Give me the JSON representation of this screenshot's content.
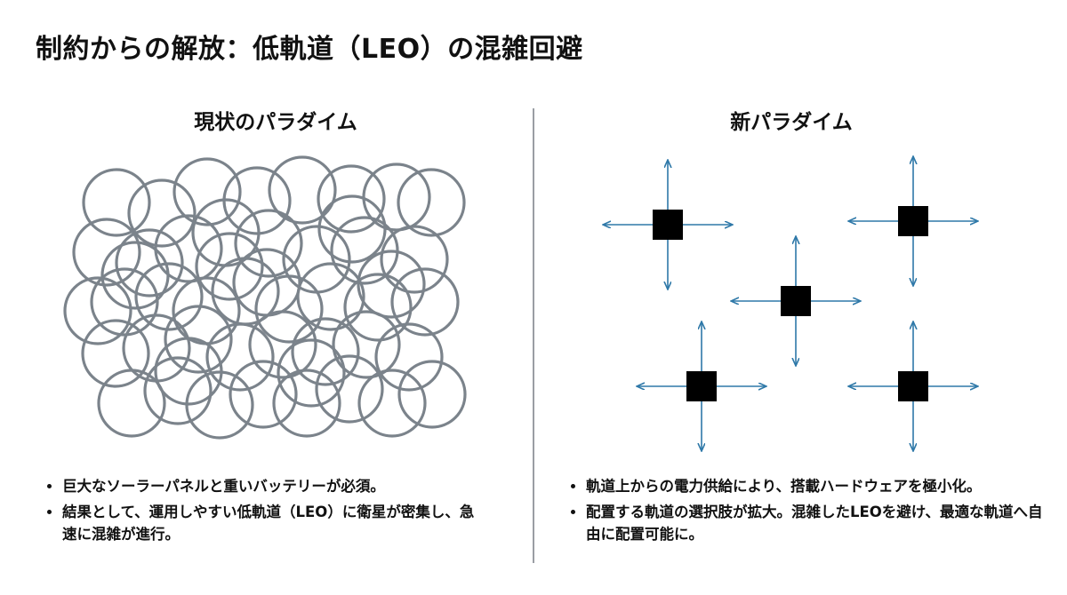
{
  "slide": {
    "title": "制約からの解放：低軌道（LEO）の混雑回避"
  },
  "current": {
    "heading": "現状のパラダイム",
    "bullets": [
      "巨大なソーラーパネルと重いバッテリーが必須。",
      "結果として、運用しやすい低軌道（LEO）に衛星が密集し、急速に混雑が進行。"
    ]
  },
  "new": {
    "heading": "新パラダイム",
    "bullets": [
      "軌道上からの電力供給により、搭載ハードウェアを極小化。",
      "配置する軌道の選択肢が拡大。混雑したLEOを避け、最適な軌道へ自由に配置可能に。"
    ]
  },
  "colors": {
    "circle_stroke": "#7b838b",
    "arrow": "#2e78a8",
    "satellite": "#000000",
    "divider": "#9a9ea4"
  }
}
